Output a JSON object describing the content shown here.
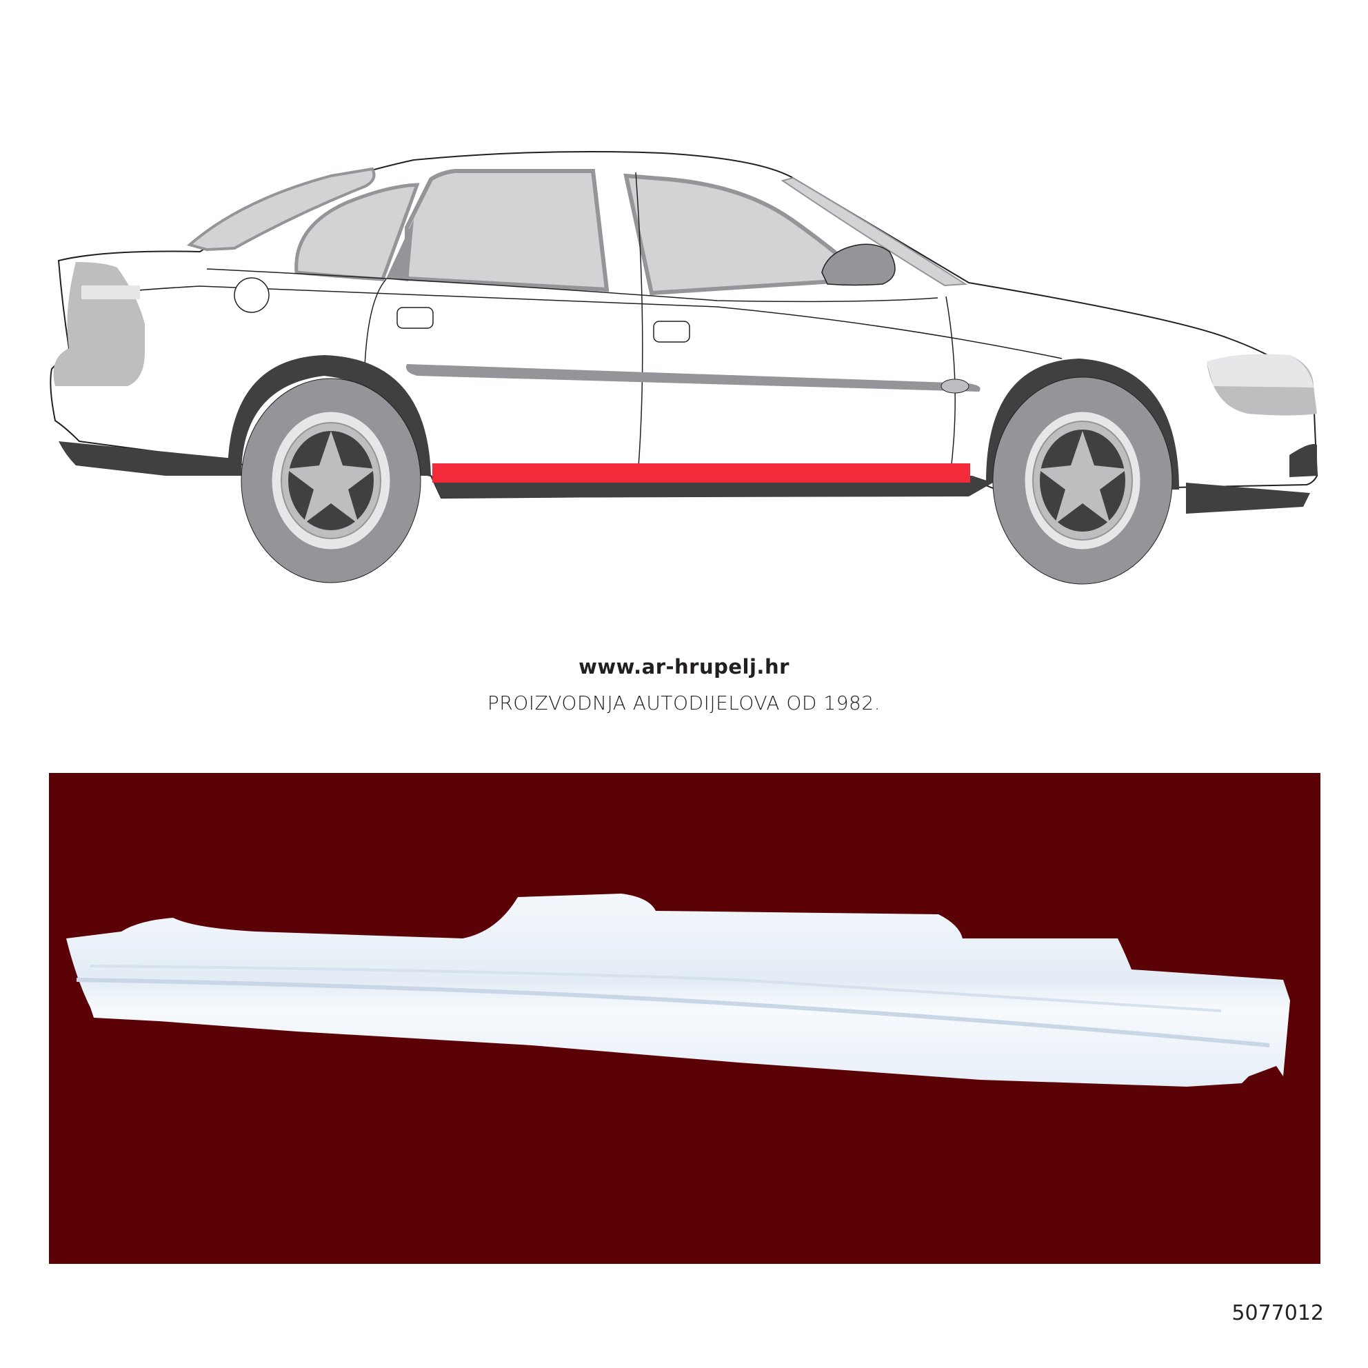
{
  "diagram": {
    "subject": "sedan side view (right side)",
    "highlighted_part": "rocker panel (sill)",
    "colors": {
      "highlight": "#f22a3a",
      "body": "#ffffff",
      "outline": "#231f20",
      "glass": "#d1d3d4",
      "trim": "#939598",
      "tire": "#939598",
      "dark_trim": "#404041",
      "rim": "#bcbec0"
    }
  },
  "footer_text": {
    "website": "www.ar-hrupelj.hr",
    "tagline": "PROIZVODNJA AUTODIJELOVA OD 1982."
  },
  "photo": {
    "subject": "rocker panel part",
    "background_color": "#5b0207",
    "part_color": "#eef3f9"
  },
  "part_number": "5077012"
}
